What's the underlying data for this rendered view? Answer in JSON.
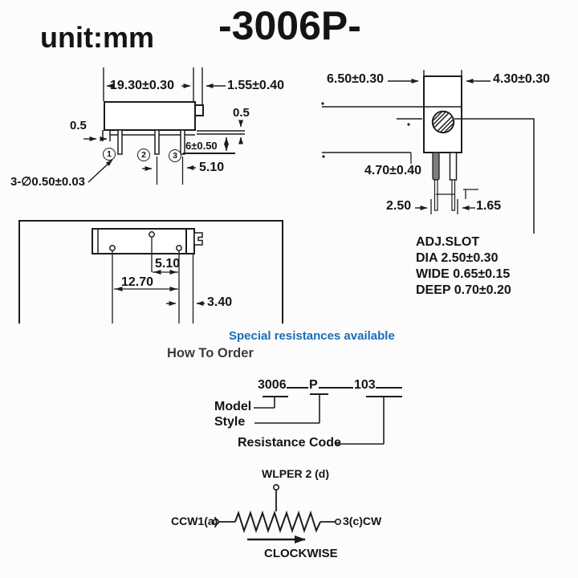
{
  "header": {
    "unit_label": "unit:mm",
    "title": "-3006P-"
  },
  "side_view": {
    "dim_body_width": "19.30±0.30",
    "dim_tab": "1.55±0.40",
    "dim_standoff_left": "0.5",
    "dim_standoff_right": "0.5",
    "dim_pin_exposed": "6±0.50",
    "dim_pin_spacing": "5.10",
    "pin_hole_note": "3-∅0.50±0.03",
    "pin1": "1",
    "pin2": "2",
    "pin3": "3"
  },
  "front_view": {
    "dim_height": "6.50±0.30",
    "dim_top_width": "4.30±0.30",
    "dim_body_depth": "4.70±0.40",
    "dim_pin_gap": "2.50",
    "dim_pin_offset": "1.65"
  },
  "adj_slot": {
    "title": "ADJ.SLOT",
    "dia": "DIA 2.50±0.30",
    "wide": "WIDE 0.65±0.15",
    "deep": "DEEP 0.70±0.20"
  },
  "top_view": {
    "dim_pin_2_3": "5.10",
    "dim_pin_1_3": "12.70",
    "dim_edge_offset": "3.40"
  },
  "ordering": {
    "special_note": "Special resistances available",
    "heading": "How To Order",
    "model_value": "3006",
    "style_value": "P",
    "resistance_value": "103",
    "model_label": "Model",
    "style_label": "Style",
    "resistance_label": "Resistance Code"
  },
  "schematic": {
    "wiper_label": "WLPER 2 (d)",
    "ccw_label": "CCW1(a)",
    "cw_label": "3(c)CW",
    "direction_label": "CLOCKWISE"
  },
  "colors": {
    "link_blue": "#1a6db8",
    "ink": "#1c1c1c"
  }
}
